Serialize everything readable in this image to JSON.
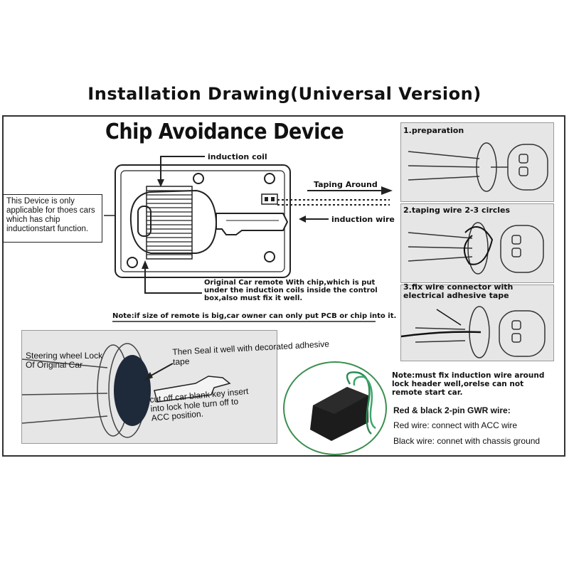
{
  "title": "Installation  Drawing(Universal Version)",
  "heading": "Chip Avoidance Device",
  "labels": {
    "induction_coil": "induction coil",
    "taping_around": "Taping Around",
    "induction_wire": "induction wire",
    "device_note": "This Device is only applicable for thoes cars which has chip inductionstart function.",
    "remote_note": "Original Car remote With chip,which is put under the induction coils inside the control box,also must fix it well.",
    "size_note": "Note:if size of remote is big,car owner can only put PCB or chip into it.",
    "steering_lock": "Steering wheel Lock Of Original Car",
    "seal_note": "Then Seal it well with decorated adhesive tape",
    "blank_key_note": "cut off car blank key insert into lock hole turn off to ACC position.",
    "induction_fix_note": "Note:must fix induction wire around lock header well,orelse can not remote start car.",
    "gwr_title": "Red & black 2-pin GWR wire:",
    "red_wire": "Red wire: connect with ACC wire",
    "black_wire": "Black wire: connet with chassis ground"
  },
  "steps": [
    "1.preparation",
    "2.taping wire 2-3 circles",
    "3.fix wire connector with electrical adhesive tape"
  ],
  "colors": {
    "wire_green": "#2e8b57",
    "module_black": "#1c1c1c",
    "line": "#222222"
  }
}
